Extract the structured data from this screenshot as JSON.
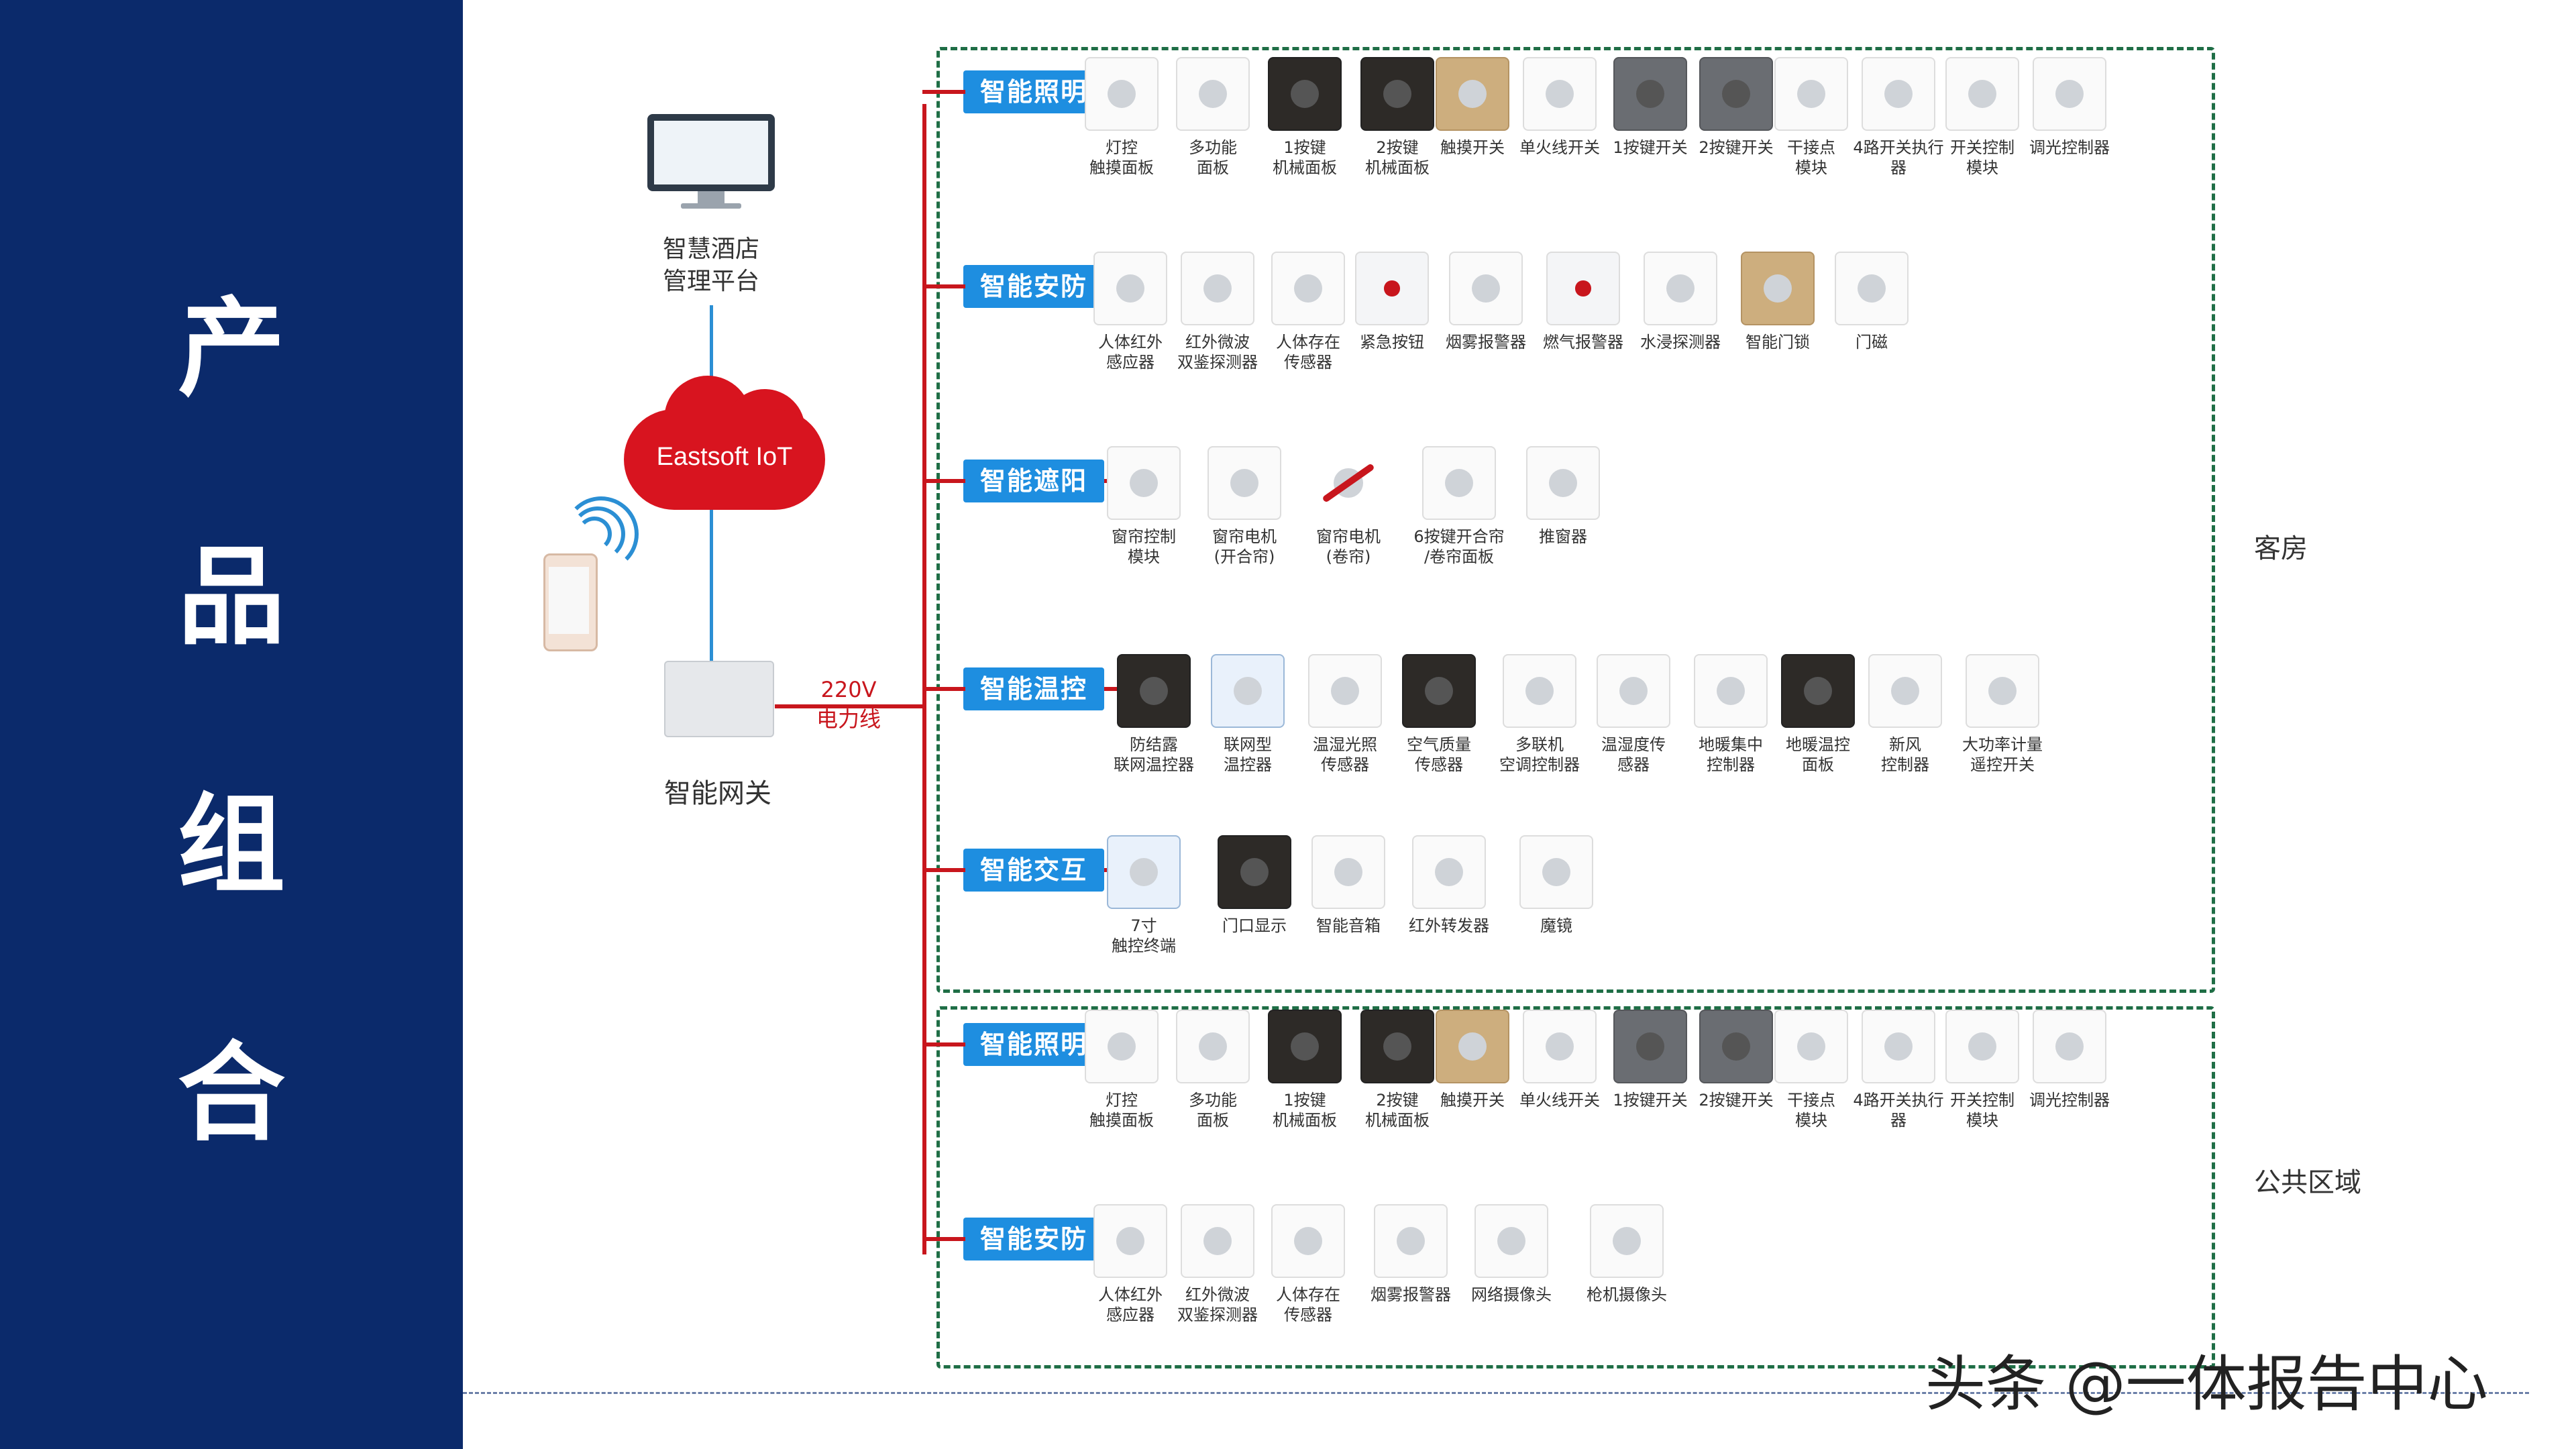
{
  "side_title": [
    "产",
    "品",
    "组",
    "合"
  ],
  "platform_label": "智慧酒店\n管理平台",
  "cloud_label": "Eastsoft IoT",
  "gateway_label": "智能网关",
  "power_line": {
    "voltage": "220V",
    "name": "电力线"
  },
  "regions": {
    "guest_room": "客房",
    "public_area": "公共区域"
  },
  "guest_room": [
    {
      "category": "智能照明",
      "items": [
        {
          "label": "灯控\n触摸面板",
          "icon": "touch-panel-icon",
          "style": "white"
        },
        {
          "label": "多功能\n面板",
          "icon": "multi-panel-icon",
          "style": "white"
        },
        {
          "label": "1按键\n机械面板",
          "icon": "one-key-panel-icon",
          "style": "dark"
        },
        {
          "label": "2按键\n机械面板",
          "icon": "two-key-panel-icon",
          "style": "dark"
        },
        {
          "label": "触摸开关",
          "icon": "touch-switch-icon",
          "style": "gold"
        },
        {
          "label": "单火线开关",
          "icon": "single-fire-switch-icon",
          "style": "white"
        },
        {
          "label": "1按键开关",
          "icon": "one-key-switch-icon",
          "style": "gray"
        },
        {
          "label": "2按键开关",
          "icon": "two-key-switch-icon",
          "style": "gray"
        },
        {
          "label": "干接点\n模块",
          "icon": "dry-contact-module-icon",
          "style": "white"
        },
        {
          "label": "4路开关执行器",
          "icon": "four-way-actuator-icon",
          "style": "white"
        },
        {
          "label": "开关控制\n模块",
          "icon": "switch-control-module-icon",
          "style": "white"
        },
        {
          "label": "调光控制器",
          "icon": "dimmer-controller-icon",
          "style": "white"
        }
      ]
    },
    {
      "category": "智能安防",
      "items": [
        {
          "label": "人体红外\n感应器",
          "icon": "pir-sensor-icon",
          "style": "white"
        },
        {
          "label": "红外微波\n双鉴探测器",
          "icon": "dual-detector-icon",
          "style": "white"
        },
        {
          "label": "人体存在\n传感器",
          "icon": "presence-sensor-icon",
          "style": "white"
        },
        {
          "label": "紧急按钮",
          "icon": "emergency-button-icon",
          "style": "red"
        },
        {
          "label": "烟雾报警器",
          "icon": "smoke-alarm-icon",
          "style": "white"
        },
        {
          "label": "燃气报警器",
          "icon": "gas-alarm-icon",
          "style": "red"
        },
        {
          "label": "水浸探测器",
          "icon": "water-detector-icon",
          "style": "white"
        },
        {
          "label": "智能门锁",
          "icon": "door-lock-icon",
          "style": "gold"
        },
        {
          "label": "门磁",
          "icon": "door-sensor-icon",
          "style": "white"
        }
      ]
    },
    {
      "category": "智能遮阳",
      "items": [
        {
          "label": "窗帘控制\n模块",
          "icon": "curtain-module-icon",
          "style": "white"
        },
        {
          "label": "窗帘电机\n(开合帘)",
          "icon": "curtain-motor-icon",
          "style": "white"
        },
        {
          "label": "窗帘电机\n(卷帘)",
          "icon": "roller-motor-icon",
          "style": "rod"
        },
        {
          "label": "6按键开合帘\n/卷帘面板",
          "icon": "six-key-panel-icon",
          "style": "white"
        },
        {
          "label": "推窗器",
          "icon": "window-pusher-icon",
          "style": "white"
        }
      ]
    },
    {
      "category": "智能温控",
      "items": [
        {
          "label": "防结露\n联网温控器",
          "icon": "thermostat-icon",
          "style": "dark"
        },
        {
          "label": "联网型\n温控器",
          "icon": "network-thermostat-icon",
          "style": "screen"
        },
        {
          "label": "温湿光照\n传感器",
          "icon": "env-sensor-icon",
          "style": "white"
        },
        {
          "label": "空气质量\n传感器",
          "icon": "air-quality-icon",
          "style": "dark"
        },
        {
          "label": "多联机\n空调控制器",
          "icon": "ac-controller-icon",
          "style": "white"
        },
        {
          "label": "温湿度传\n感器",
          "icon": "temp-humidity-icon",
          "style": "white"
        },
        {
          "label": "地暖集中\n控制器",
          "icon": "floor-heat-controller-icon",
          "style": "white"
        },
        {
          "label": "地暖温控\n面板",
          "icon": "floor-heat-panel-icon",
          "style": "dark"
        },
        {
          "label": "新风\n控制器",
          "icon": "fresh-air-icon",
          "style": "white"
        },
        {
          "label": "大功率计量\n遥控开关",
          "icon": "power-meter-switch-icon",
          "style": "white"
        }
      ]
    },
    {
      "category": "智能交互",
      "items": [
        {
          "label": "7寸\n触控终端",
          "icon": "touch-terminal-icon",
          "style": "screen"
        },
        {
          "label": "门口显示",
          "icon": "door-display-icon",
          "style": "dark"
        },
        {
          "label": "智能音箱",
          "icon": "smart-speaker-icon",
          "style": "white"
        },
        {
          "label": "红外转发器",
          "icon": "ir-repeater-icon",
          "style": "white"
        },
        {
          "label": "魔镜",
          "icon": "magic-mirror-icon",
          "style": "white"
        }
      ]
    }
  ],
  "public_area": [
    {
      "category": "智能照明",
      "items": [
        {
          "label": "灯控\n触摸面板",
          "icon": "touch-panel-icon",
          "style": "white"
        },
        {
          "label": "多功能\n面板",
          "icon": "multi-panel-icon",
          "style": "white"
        },
        {
          "label": "1按键\n机械面板",
          "icon": "one-key-panel-icon",
          "style": "dark"
        },
        {
          "label": "2按键\n机械面板",
          "icon": "two-key-panel-icon",
          "style": "dark"
        },
        {
          "label": "触摸开关",
          "icon": "touch-switch-icon",
          "style": "gold"
        },
        {
          "label": "单火线开关",
          "icon": "single-fire-switch-icon",
          "style": "white"
        },
        {
          "label": "1按键开关",
          "icon": "one-key-switch-icon",
          "style": "gray"
        },
        {
          "label": "2按键开关",
          "icon": "two-key-switch-icon",
          "style": "gray"
        },
        {
          "label": "干接点\n模块",
          "icon": "dry-contact-module-icon",
          "style": "white"
        },
        {
          "label": "4路开关执行器",
          "icon": "four-way-actuator-icon",
          "style": "white"
        },
        {
          "label": "开关控制\n模块",
          "icon": "switch-control-module-icon",
          "style": "white"
        },
        {
          "label": "调光控制器",
          "icon": "dimmer-controller-icon",
          "style": "white"
        }
      ]
    },
    {
      "category": "智能安防",
      "items": [
        {
          "label": "人体红外\n感应器",
          "icon": "pir-sensor-icon",
          "style": "white"
        },
        {
          "label": "红外微波\n双鉴探测器",
          "icon": "dual-detector-icon",
          "style": "white"
        },
        {
          "label": "人体存在\n传感器",
          "icon": "presence-sensor-icon",
          "style": "white"
        },
        {
          "label": "烟雾报警器",
          "icon": "smoke-alarm-icon",
          "style": "white"
        },
        {
          "label": "网络摄像头",
          "icon": "network-camera-icon",
          "style": "white"
        },
        {
          "label": "枪机摄像头",
          "icon": "bullet-camera-icon",
          "style": "white"
        }
      ]
    }
  ],
  "watermark": "头条 @一体报告中心",
  "colors": {
    "navy": "#0b2a6b",
    "tag_blue": "#1e8ee0",
    "bus_red": "#c8161d",
    "frame_green": "#1f6e46"
  }
}
